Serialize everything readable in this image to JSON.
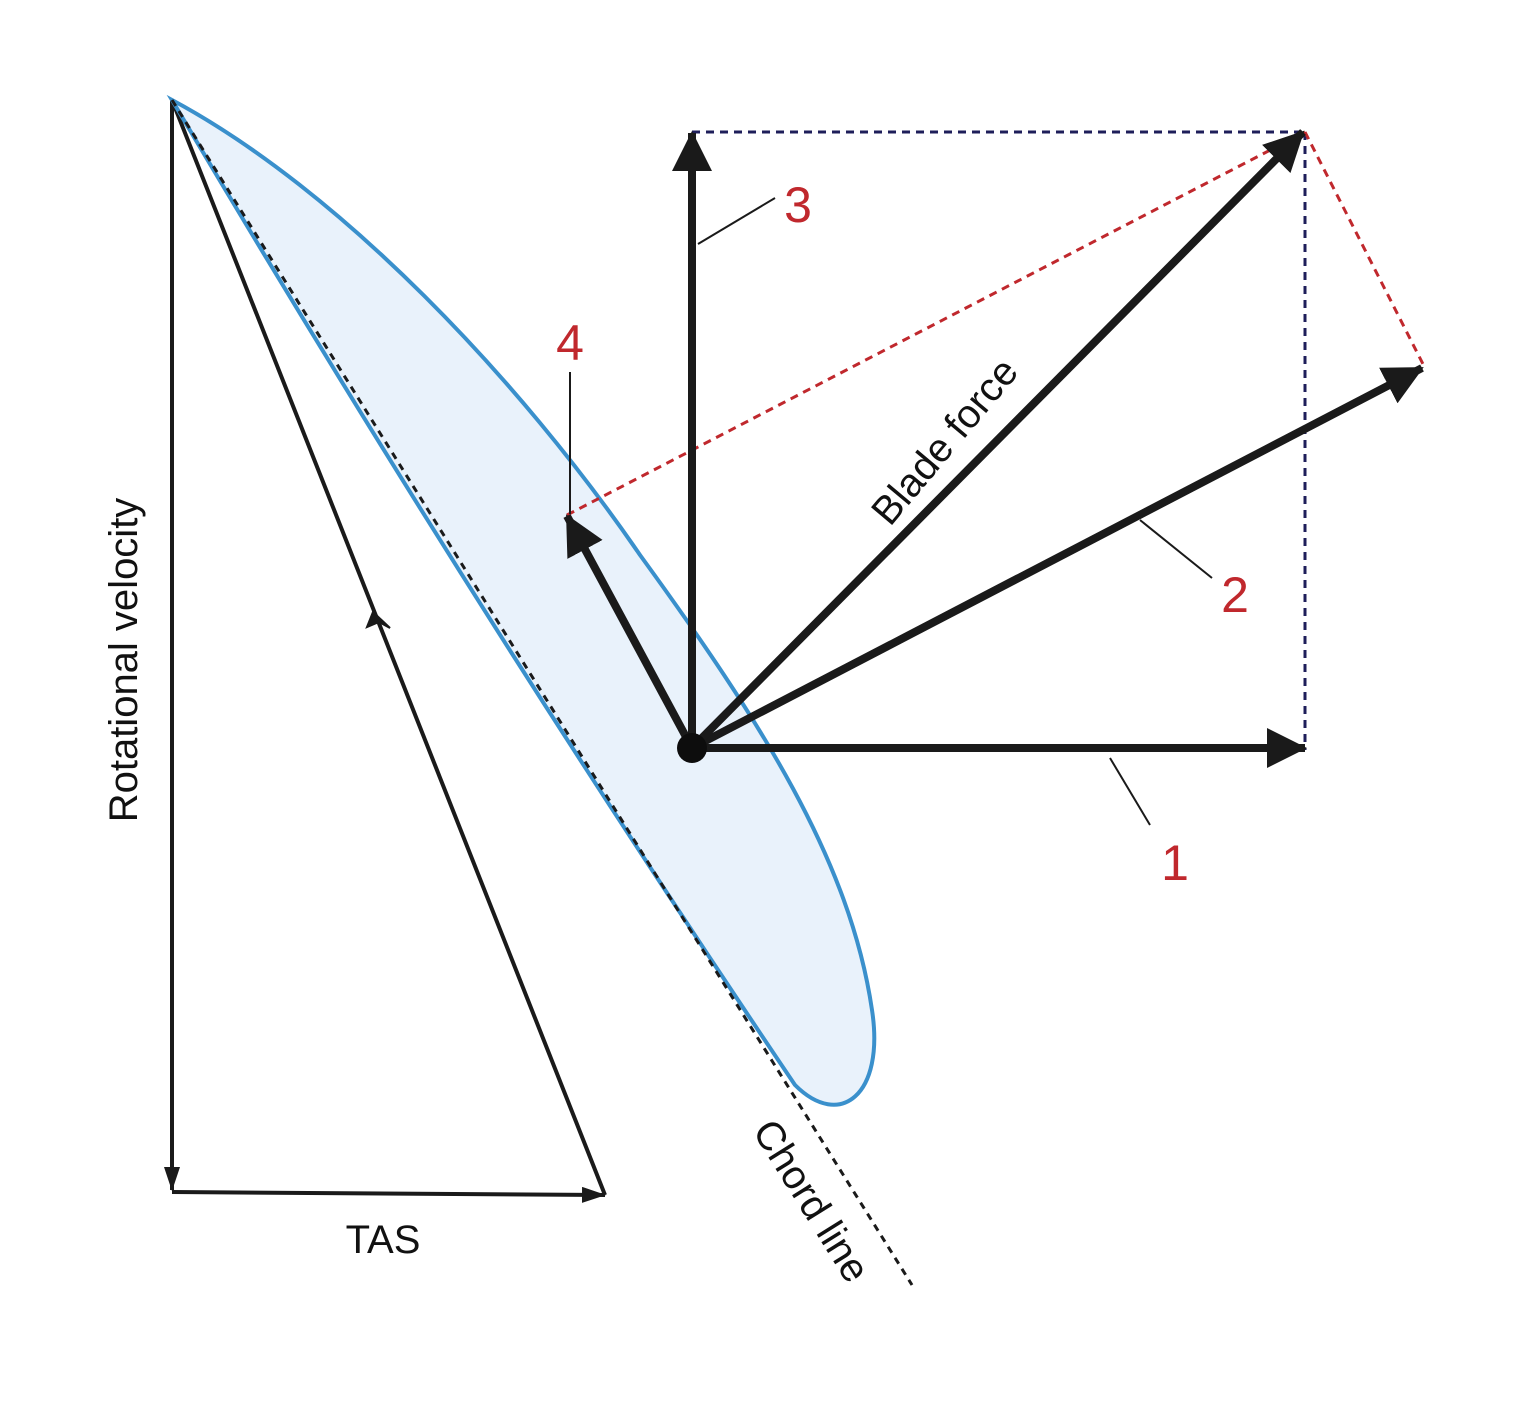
{
  "labels": {
    "rotational_velocity": "Rotational velocity",
    "tas": "TAS",
    "chord_line": "Chord line",
    "blade_force": "Blade force",
    "n1": "1",
    "n2": "2",
    "n3": "3",
    "n4": "4"
  },
  "colors": {
    "vector": "#1a1a1a",
    "blade_outline": "#3a90cc",
    "blade_fill": "#e9f2fb",
    "red_dashed": "#c0282d",
    "navy_dashed": "#1e1e5a",
    "number_labels": "#c0282d"
  }
}
